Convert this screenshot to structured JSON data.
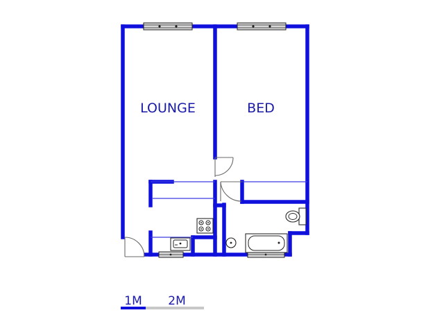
{
  "rooms": [
    {
      "name": "LOUNGE"
    },
    {
      "name": "BED"
    }
  ],
  "scale_bar": {
    "label_1": "1M",
    "label_2": "2M"
  },
  "colors": {
    "wall": "#1010dd",
    "text": "#1a1aa8",
    "scale_light": "#c8c8c8"
  }
}
